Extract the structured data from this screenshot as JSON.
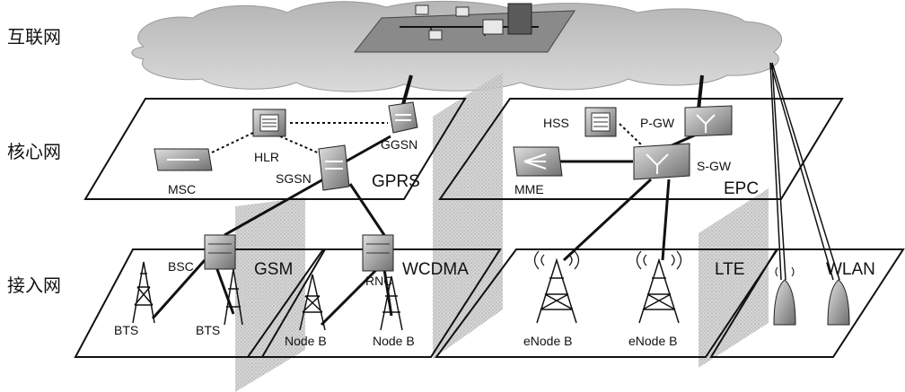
{
  "layers": {
    "internet": "互联网",
    "core": "核心网",
    "access": "接入网"
  },
  "networks": {
    "gprs": "GPRS",
    "epc": "EPC",
    "gsm": "GSM",
    "wcdma": "WCDMA",
    "lte": "LTE",
    "wlan": "WLAN"
  },
  "nodes": {
    "hlr": "HLR",
    "msc": "MSC",
    "sgsn": "SGSN",
    "ggsn": "GGSN",
    "hss": "HSS",
    "pgw": "P-GW",
    "sgw": "S-GW",
    "mme": "MME",
    "bsc": "BSC",
    "rnc": "RNC",
    "bts1": "BTS",
    "bts2": "BTS",
    "nodeb1": "Node B",
    "nodeb2": "Node B",
    "enodeb1": "eNode B",
    "enodeb2": "eNode B"
  },
  "colors": {
    "cloud": "#c9c9c9",
    "plane_stroke": "#111111",
    "box_fill": "#8f8f8f",
    "shade": "#b5b5b5"
  }
}
